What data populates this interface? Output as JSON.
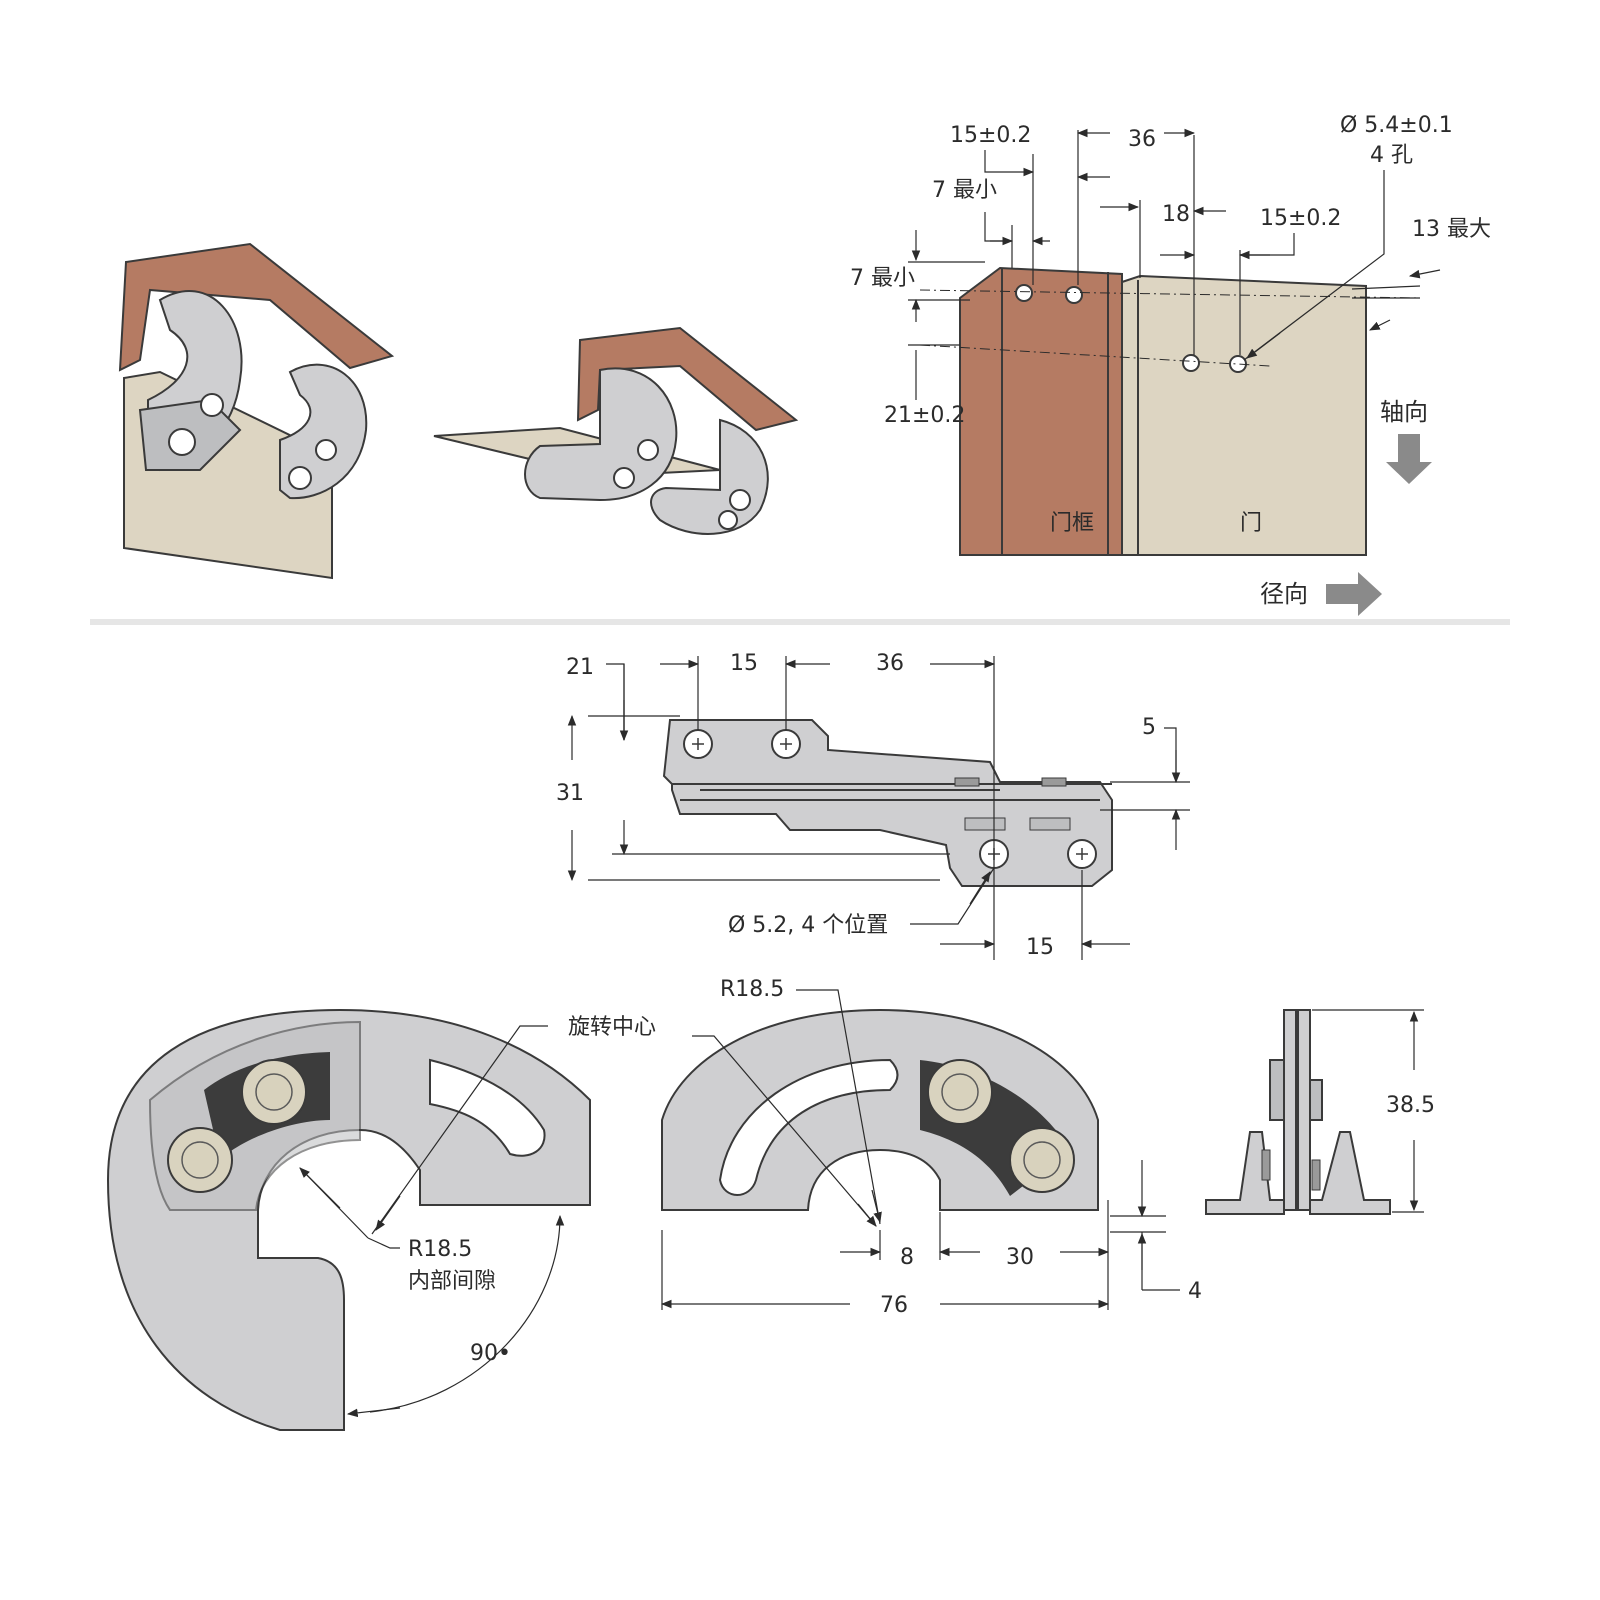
{
  "labels": {
    "axial": "轴向",
    "radial": "径向",
    "frame": "门框",
    "door": "门",
    "rotation_center": "旋转中心",
    "inner_clearance": "内部间隙",
    "hole_spec_line1": "Ø 5.4±0.1",
    "hole_spec_line2": "4 孔",
    "hole_positions": "Ø 5.2, 4 个位置"
  },
  "dims_top": {
    "d15a": "15±0.2",
    "d36": "36",
    "d7min_a": "7 最小",
    "d18": "18",
    "d15b": "15±0.2",
    "d13max": "13 最大",
    "d7min_b": "7 最小",
    "d21": "21±0.2"
  },
  "dims_mid": {
    "d21": "21",
    "d15": "15",
    "d36": "36",
    "d5": "5",
    "d31": "31",
    "d15b": "15"
  },
  "dims_bottom": {
    "r_center": "R18.5",
    "r_inner": "R18.5",
    "angle": "90•",
    "d8": "8",
    "d30": "30",
    "d76": "76",
    "d4": "4",
    "d385": "38.5"
  },
  "colors": {
    "copper": "#b57b63",
    "beige": "#ddd5c2",
    "metal": "#cfcfd1",
    "arrow_gray": "#8a8a8a"
  }
}
